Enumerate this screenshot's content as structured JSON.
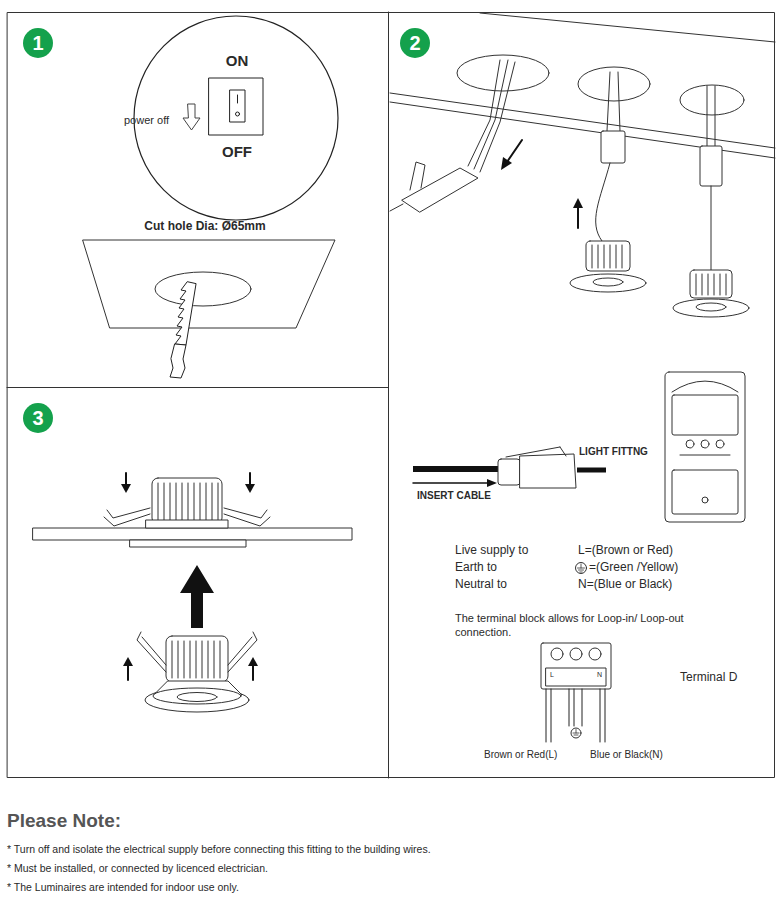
{
  "diagram": {
    "nodes": [
      {
        "text": [
          "1"
        ]
      },
      {
        "text": [
          "2"
        ]
      },
      {
        "text": [
          "3"
        ]
      }
    ],
    "labels": [
      "ON",
      "power off",
      "OFF",
      "Cut hole Dia: Ø65mm",
      "LIGHT FITTNG",
      "INSERT CABLE",
      "Live supply to",
      "L=(Brown or Red)",
      "Earth to",
      "=(Green /Yellow)",
      "Neutral to",
      "N=(Blue or Black)",
      "The terminal block allows for Loop-in/ Loop-out connection.",
      "L",
      "N",
      "Terminal D",
      "Brown or Red(L)",
      "Blue or Black(N)",
      "Please Note:",
      "* Turn off and isolate the electrical supply before connecting this fitting to the building wires.",
      "* Must be installed, or connected by licenced electrician.",
      "* The Luminaires are intended for indoor use only."
    ]
  }
}
